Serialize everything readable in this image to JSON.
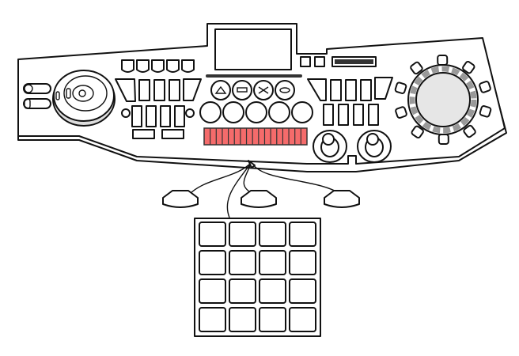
{
  "illustration": {
    "subject": "controller",
    "colors": {
      "outline": "#111111",
      "fill": "#ffffff",
      "led_strip": "#f56b6b",
      "jog_face": "#e6e6e6",
      "jog_ring": "#9a9a9a"
    },
    "counts": {
      "pads": 16,
      "pedals": 3,
      "led_segments": 17,
      "jog_ring_buttons": 10,
      "knobs": 2
    }
  }
}
